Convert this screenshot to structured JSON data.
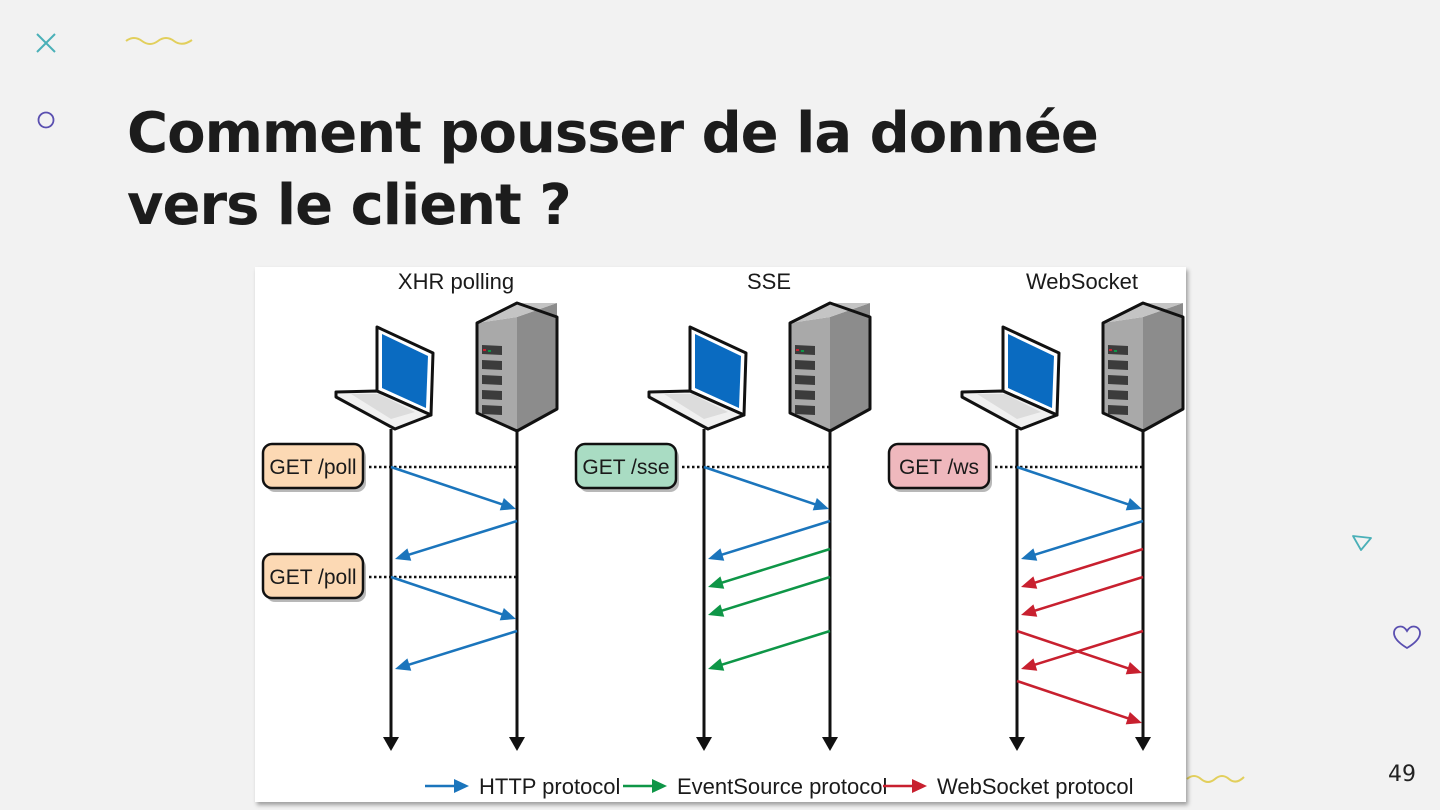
{
  "slide": {
    "title_lines": [
      "Comment pousser de la donnée",
      "vers le client ?"
    ],
    "page_number": "49"
  },
  "decorations": {
    "cross_color": "#4ab0b8",
    "circle_color": "#5a4fb0",
    "wave_color": "#e2cf5c",
    "triangle_color": "#4ab0b8",
    "heart_color": "#5a4fb0"
  },
  "diagram": {
    "colors": {
      "http": "#1b75bc",
      "eventsource": "#0e9647",
      "websocket": "#c8202f",
      "poll_label_bg": "#fcd9b4",
      "sse_label_bg": "#a9dcc3",
      "ws_label_bg": "#efb8bd",
      "screen": "#0a6bc1"
    },
    "columns": [
      {
        "title": "XHR polling",
        "requests": [
          "GET /poll",
          "GET /poll"
        ],
        "messages": [
          {
            "from": "client",
            "protocol": "http",
            "step": 1
          },
          {
            "from": "server",
            "protocol": "http",
            "step": 2
          },
          {
            "from": "client",
            "protocol": "http",
            "step": 5
          },
          {
            "from": "server",
            "protocol": "http",
            "step": 6
          }
        ]
      },
      {
        "title": "SSE",
        "requests": [
          "GET /sse"
        ],
        "messages": [
          {
            "from": "client",
            "protocol": "http",
            "step": 1
          },
          {
            "from": "server",
            "protocol": "http",
            "step": 2
          },
          {
            "from": "server",
            "protocol": "eventsource",
            "step": 3
          },
          {
            "from": "server",
            "protocol": "eventsource",
            "step": 4
          },
          {
            "from": "server",
            "protocol": "eventsource",
            "step": 6
          }
        ]
      },
      {
        "title": "WebSocket",
        "requests": [
          "GET /ws"
        ],
        "messages": [
          {
            "from": "client",
            "protocol": "http",
            "step": 1
          },
          {
            "from": "server",
            "protocol": "http",
            "step": 2
          },
          {
            "from": "server",
            "protocol": "websocket",
            "step": 3
          },
          {
            "from": "server",
            "protocol": "websocket",
            "step": 4
          },
          {
            "from": "client",
            "protocol": "websocket",
            "step": 6
          },
          {
            "from": "server",
            "protocol": "websocket",
            "step": 6
          },
          {
            "from": "client",
            "protocol": "websocket",
            "step": 7
          }
        ]
      }
    ],
    "legend": [
      {
        "label": "HTTP protocol",
        "protocol": "http"
      },
      {
        "label": "EventSource protocol",
        "protocol": "eventsource"
      },
      {
        "label": "WebSocket protocol",
        "protocol": "websocket"
      }
    ]
  }
}
